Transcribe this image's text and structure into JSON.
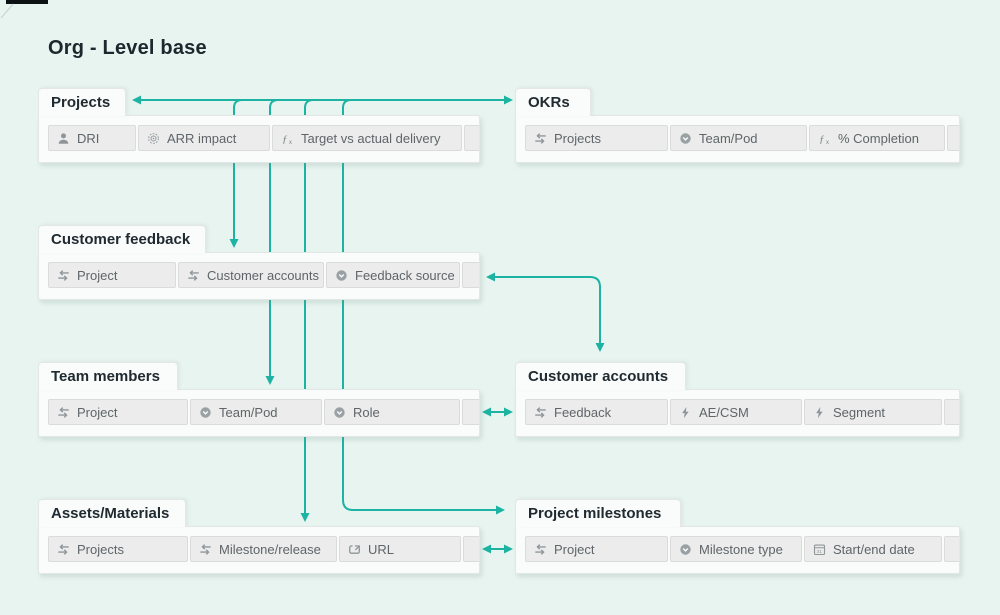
{
  "page": {
    "title": "Org - Level base"
  },
  "colors": {
    "background": "#e8f4f0",
    "accent_teal": "#1cb3a3",
    "card_background": "#fafbfb",
    "chip_background": "#ebeceb",
    "title_text": "#1c272e"
  },
  "tables": [
    {
      "id": "projects",
      "name": "Projects",
      "fields": [
        {
          "label": "DRI",
          "icon": "person-icon"
        },
        {
          "label": "ARR impact",
          "icon": "rollup-icon"
        },
        {
          "label": "Target vs actual delivery",
          "icon": "formula-icon"
        }
      ]
    },
    {
      "id": "okrs",
      "name": "OKRs",
      "fields": [
        {
          "label": "Projects",
          "icon": "linked-record-icon"
        },
        {
          "label": "Team/Pod",
          "icon": "single-select-icon"
        },
        {
          "label": "% Completion",
          "icon": "formula-icon"
        }
      ]
    },
    {
      "id": "customer-feedback",
      "name": "Customer feedback",
      "fields": [
        {
          "label": "Project",
          "icon": "linked-record-icon"
        },
        {
          "label": "Customer accounts",
          "icon": "linked-record-icon"
        },
        {
          "label": "Feedback source",
          "icon": "single-select-icon"
        }
      ]
    },
    {
      "id": "team-members",
      "name": "Team members",
      "fields": [
        {
          "label": "Project",
          "icon": "linked-record-icon"
        },
        {
          "label": "Team/Pod",
          "icon": "single-select-icon"
        },
        {
          "label": "Role",
          "icon": "single-select-icon"
        }
      ]
    },
    {
      "id": "customer-accounts",
      "name": "Customer accounts",
      "fields": [
        {
          "label": "Feedback",
          "icon": "linked-record-icon"
        },
        {
          "label": "AE/CSM",
          "icon": "lightning-icon"
        },
        {
          "label": "Segment",
          "icon": "lightning-icon"
        }
      ]
    },
    {
      "id": "assets-materials",
      "name": "Assets/Materials",
      "fields": [
        {
          "label": "Projects",
          "icon": "linked-record-icon"
        },
        {
          "label": "Milestone/release",
          "icon": "linked-record-icon"
        },
        {
          "label": "URL",
          "icon": "button-icon"
        }
      ]
    },
    {
      "id": "project-milestones",
      "name": "Project milestones",
      "fields": [
        {
          "label": "Project",
          "icon": "linked-record-icon"
        },
        {
          "label": "Milestone type",
          "icon": "single-select-icon"
        },
        {
          "label": "Start/end date",
          "icon": "date-icon"
        }
      ]
    }
  ],
  "connections": [
    {
      "from": "OKRs",
      "to": "Projects",
      "style": "double-arrow"
    },
    {
      "from": "Projects",
      "to": "Customer feedback",
      "style": "arrow-down"
    },
    {
      "from": "Projects",
      "to": "Team members",
      "style": "arrow-down"
    },
    {
      "from": "Projects",
      "to": "Assets/Materials",
      "style": "arrow-down"
    },
    {
      "from": "Projects",
      "to": "Project milestones",
      "style": "arrow-right"
    },
    {
      "from": "Customer feedback",
      "to": "Customer accounts",
      "style": "double-arrow"
    },
    {
      "from": "Team members",
      "to": "Customer accounts",
      "style": "double-arrow"
    },
    {
      "from": "Assets/Materials",
      "to": "Project milestones",
      "style": "double-arrow"
    }
  ]
}
